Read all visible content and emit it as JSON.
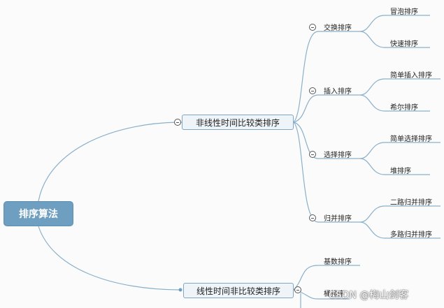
{
  "root": "排序算法",
  "branches": [
    {
      "label": "非线性时间比较类排序",
      "children": [
        {
          "label": "交换排序",
          "children": [
            "冒泡排序",
            "快速排序"
          ]
        },
        {
          "label": "插入排序",
          "children": [
            "简单插入排序",
            "希尔排序"
          ]
        },
        {
          "label": "选择排序",
          "children": [
            "简单选择排序",
            "堆排序"
          ]
        },
        {
          "label": "归并排序",
          "children": [
            "二路归并排序",
            "多路归并排序"
          ]
        }
      ]
    },
    {
      "label": "线性时间非比较类排序",
      "children": [
        {
          "label": "基数排序"
        },
        {
          "label": "桶排序"
        }
      ]
    }
  ],
  "watermark": "CSDN @梅山剑客",
  "colors": {
    "root_fill": "#6f9fc0",
    "branch_fill": "#eef4f8",
    "connector": "#7fa6c2"
  }
}
